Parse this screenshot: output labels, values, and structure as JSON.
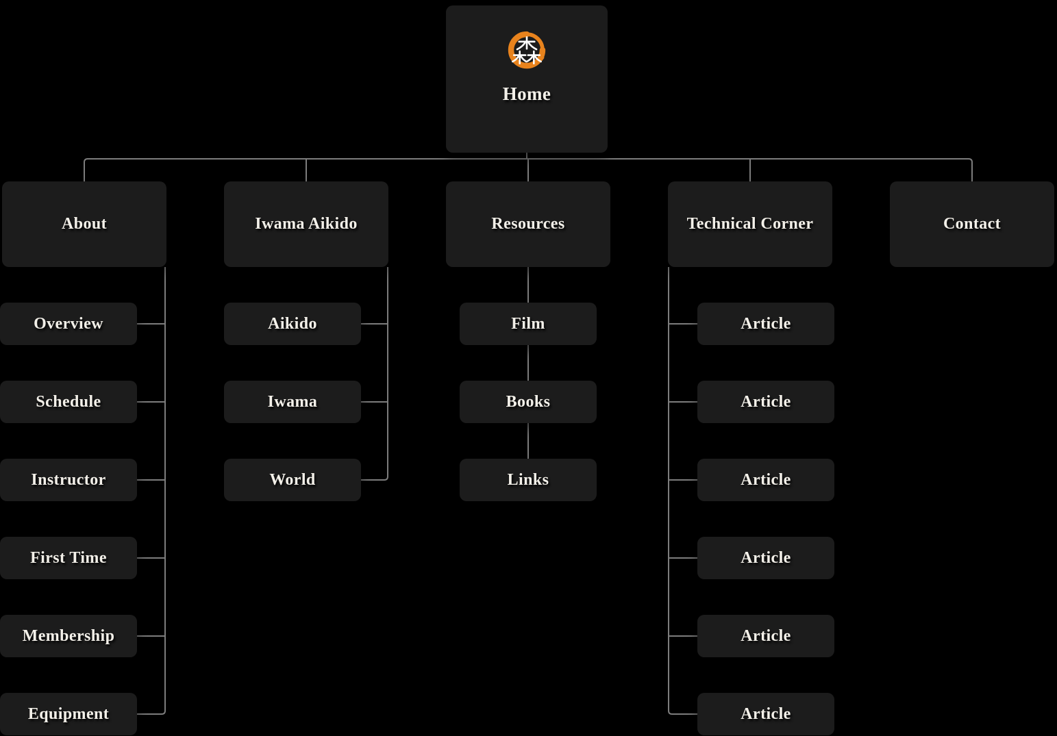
{
  "theme": {
    "background": "#000000",
    "card_color": "#1c1c1c",
    "line_color": "#7d7d7d",
    "text_color": "#f3f0e9",
    "logo_orange": "#e8831d"
  },
  "tree": {
    "root": {
      "label": "Home",
      "logo_icon": "enso-mori-kanji-logo"
    },
    "sections": [
      {
        "label": "About",
        "children": [
          "Overview",
          "Schedule",
          "Instructor",
          "First Time",
          "Membership",
          "Equipment"
        ]
      },
      {
        "label": "Iwama Aikido",
        "children": [
          "Aikido",
          "Iwama",
          "World"
        ]
      },
      {
        "label": "Resources",
        "children": [
          "Film",
          "Books",
          "Links"
        ]
      },
      {
        "label": "Technical Corner",
        "children": [
          "Article",
          "Article",
          "Article",
          "Article",
          "Article",
          "Article"
        ]
      },
      {
        "label": "Contact",
        "children": []
      }
    ]
  }
}
